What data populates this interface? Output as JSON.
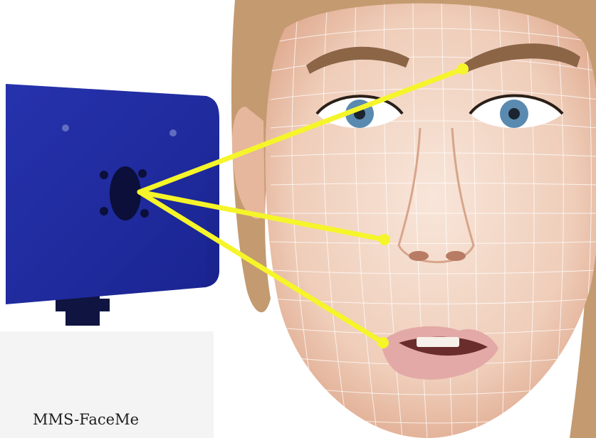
{
  "caption": {
    "text": "MMS-FaceMe"
  },
  "colors": {
    "camera_body": "#1f2a9e",
    "camera_shadow": "#121a6a",
    "beam": "#f5f52a",
    "skin": "#f3d8c8",
    "mesh": "#ffffff",
    "iris": "#5b8ab0",
    "lips": "#e3a9a6",
    "hair": "#b88c63",
    "caption_panel": "#f4f4f4"
  },
  "icons": [
    "camera-device",
    "face-mesh",
    "tracking-beams"
  ]
}
